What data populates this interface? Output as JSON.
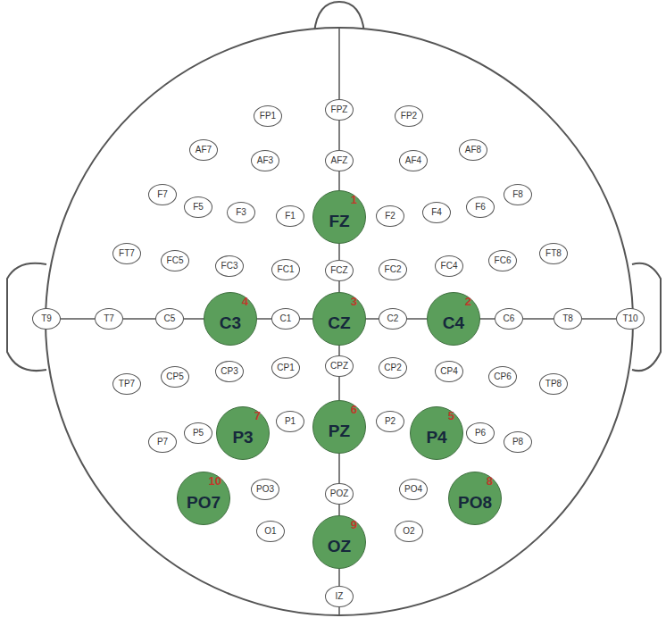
{
  "diagram": {
    "nodes": [
      {
        "text": [
          "FP1"
        ]
      },
      {
        "text": [
          "FPZ"
        ]
      },
      {
        "text": [
          "FP2"
        ]
      },
      {
        "text": [
          "AF7"
        ]
      },
      {
        "text": [
          "AF3"
        ]
      },
      {
        "text": [
          "AFZ"
        ]
      },
      {
        "text": [
          "AF4"
        ]
      },
      {
        "text": [
          "AF8"
        ]
      },
      {
        "text": [
          "F7"
        ]
      },
      {
        "text": [
          "F5"
        ]
      },
      {
        "text": [
          "F3"
        ]
      },
      {
        "text": [
          "F1"
        ]
      },
      {
        "text": [
          "FZ",
          "1"
        ]
      },
      {
        "text": [
          "F2"
        ]
      },
      {
        "text": [
          "F4"
        ]
      },
      {
        "text": [
          "F6"
        ]
      },
      {
        "text": [
          "F8"
        ]
      },
      {
        "text": [
          "FT7"
        ]
      },
      {
        "text": [
          "FC5"
        ]
      },
      {
        "text": [
          "FC3"
        ]
      },
      {
        "text": [
          "FC1"
        ]
      },
      {
        "text": [
          "FCZ"
        ]
      },
      {
        "text": [
          "FC2"
        ]
      },
      {
        "text": [
          "FC4"
        ]
      },
      {
        "text": [
          "FC6"
        ]
      },
      {
        "text": [
          "FT8"
        ]
      },
      {
        "text": [
          "T9"
        ]
      },
      {
        "text": [
          "T7"
        ]
      },
      {
        "text": [
          "C5"
        ]
      },
      {
        "text": [
          "C3",
          "4"
        ]
      },
      {
        "text": [
          "C1"
        ]
      },
      {
        "text": [
          "CZ",
          "3"
        ]
      },
      {
        "text": [
          "C2"
        ]
      },
      {
        "text": [
          "C4",
          "2"
        ]
      },
      {
        "text": [
          "C6"
        ]
      },
      {
        "text": [
          "T8"
        ]
      },
      {
        "text": [
          "T10"
        ]
      },
      {
        "text": [
          "TP7"
        ]
      },
      {
        "text": [
          "CP5"
        ]
      },
      {
        "text": [
          "CP3"
        ]
      },
      {
        "text": [
          "CP1"
        ]
      },
      {
        "text": [
          "CPZ"
        ]
      },
      {
        "text": [
          "CP2"
        ]
      },
      {
        "text": [
          "CP4"
        ]
      },
      {
        "text": [
          "CP6"
        ]
      },
      {
        "text": [
          "TP8"
        ]
      },
      {
        "text": [
          "P7"
        ]
      },
      {
        "text": [
          "P5"
        ]
      },
      {
        "text": [
          "P3",
          "7"
        ]
      },
      {
        "text": [
          "P1"
        ]
      },
      {
        "text": [
          "PZ",
          "6"
        ]
      },
      {
        "text": [
          "P2"
        ]
      },
      {
        "text": [
          "P4",
          "5"
        ]
      },
      {
        "text": [
          "P6"
        ]
      },
      {
        "text": [
          "P8"
        ]
      },
      {
        "text": [
          "PO7",
          "10"
        ]
      },
      {
        "text": [
          "PO3"
        ]
      },
      {
        "text": [
          "POZ"
        ]
      },
      {
        "text": [
          "PO4"
        ]
      },
      {
        "text": [
          "PO8",
          "8"
        ]
      },
      {
        "text": [
          "O1"
        ]
      },
      {
        "text": [
          "OZ",
          "9"
        ]
      },
      {
        "text": [
          "O2"
        ]
      },
      {
        "text": [
          "IZ"
        ]
      }
    ],
    "edges": [
      {
        "from": 1,
        "to": 5,
        "arrow": "none"
      },
      {
        "from": 5,
        "to": 12,
        "arrow": "none"
      },
      {
        "from": 12,
        "to": 21,
        "arrow": "none"
      },
      {
        "from": 21,
        "to": 31,
        "arrow": "none"
      },
      {
        "from": 31,
        "to": 41,
        "arrow": "none"
      },
      {
        "from": 41,
        "to": 50,
        "arrow": "none"
      },
      {
        "from": 50,
        "to": 57,
        "arrow": "none"
      },
      {
        "from": 57,
        "to": 61,
        "arrow": "none"
      },
      {
        "from": 61,
        "to": 63,
        "arrow": "none"
      },
      {
        "from": 26,
        "to": 27,
        "arrow": "none"
      },
      {
        "from": 27,
        "to": 28,
        "arrow": "none"
      },
      {
        "from": 28,
        "to": 29,
        "arrow": "none"
      },
      {
        "from": 29,
        "to": 30,
        "arrow": "none"
      },
      {
        "from": 30,
        "to": 31,
        "arrow": "none"
      },
      {
        "from": 31,
        "to": 32,
        "arrow": "none"
      },
      {
        "from": 32,
        "to": 33,
        "arrow": "none"
      },
      {
        "from": 33,
        "to": 34,
        "arrow": "none"
      },
      {
        "from": 34,
        "to": 35,
        "arrow": "none"
      },
      {
        "from": 35,
        "to": 36,
        "arrow": "none"
      }
    ]
  }
}
